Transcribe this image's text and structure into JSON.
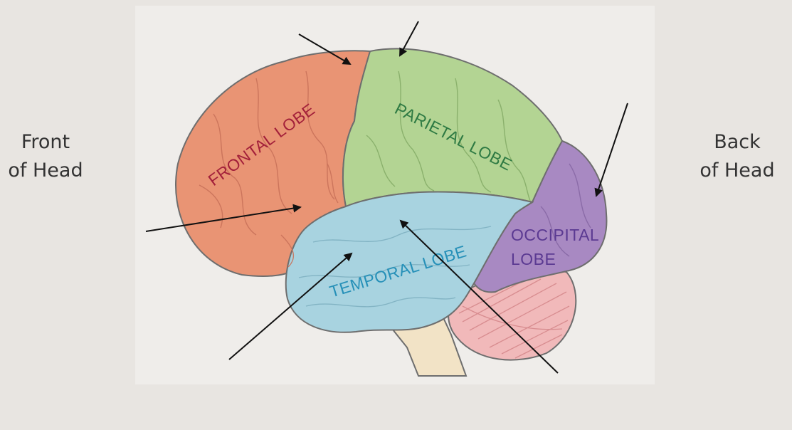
{
  "labels": {
    "front_line1": "Front",
    "front_line2": "of Head",
    "back_line1": "Back",
    "back_line2": "of Head"
  },
  "lobes": {
    "frontal": "FRONTAL LOBE",
    "parietal": "PARIETAL LOBE",
    "temporal": "TEMPORAL LOBE",
    "occipital_line1": "OCCIPITAL",
    "occipital_line2": "LOBE"
  },
  "colors": {
    "background": "#e8e5e1",
    "frontal": "#e99474",
    "parietal": "#b3d493",
    "temporal": "#a8d3e0",
    "occipital": "#a889c2",
    "cerebellum": "#f1b9ba",
    "brainstem": "#f2e3c6",
    "frontal_text": "#a3203a",
    "parietal_text": "#2e7a43",
    "temporal_text": "#2690b8",
    "occipital_text": "#5b3a92"
  }
}
